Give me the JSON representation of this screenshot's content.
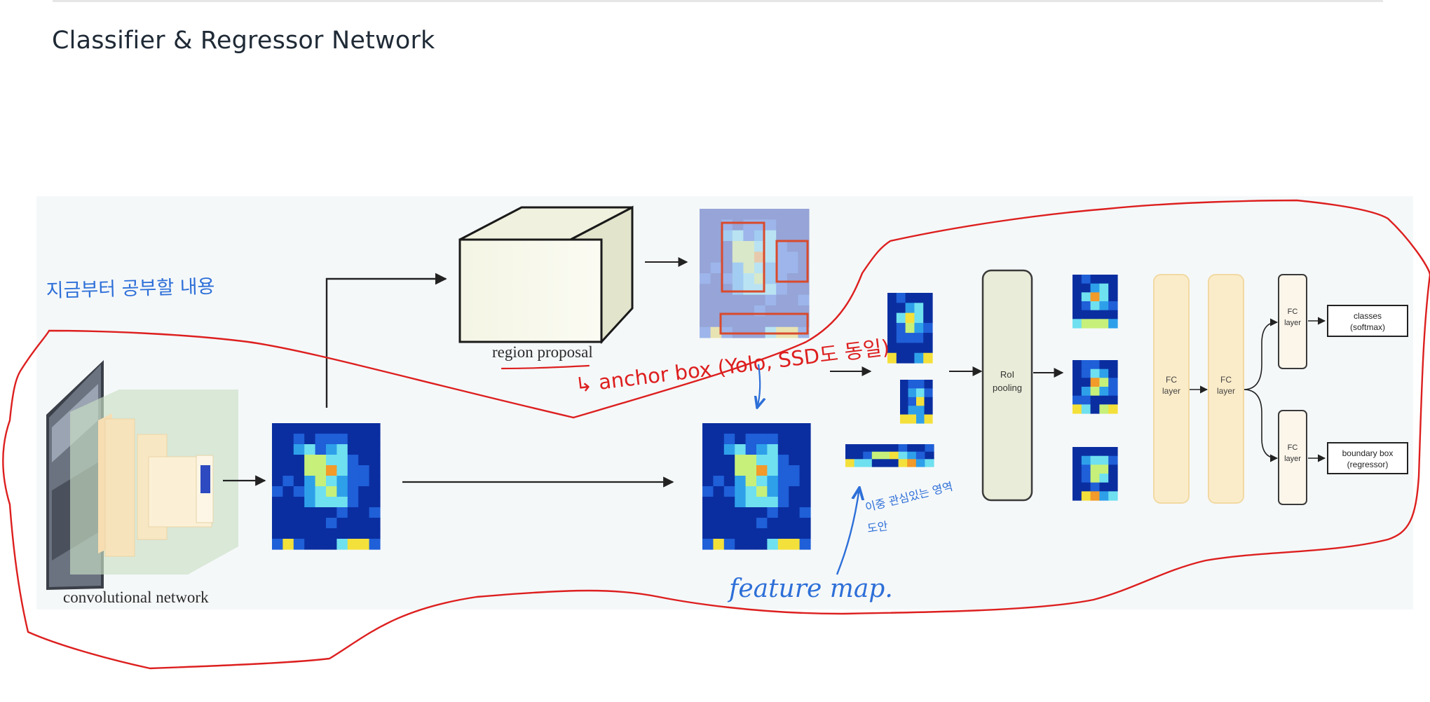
{
  "page": {
    "title": "Classifier & Regressor Network"
  },
  "diagram": {
    "labels": {
      "convolutional_network": "convolutional network",
      "region_proposal": "region proposal",
      "roi_pooling_line1": "RoI",
      "roi_pooling_line2": "pooling",
      "fc_layer_line1": "FC",
      "fc_layer_line2": "layer",
      "classes_line1": "classes",
      "classes_line2": "(softmax)",
      "boundary_line1": "boundary box",
      "boundary_line2": "(regressor)"
    },
    "annotations": {
      "korean_top": "지금부터 공부할 내용",
      "anchor_box": "↳ anchor box (Yolo, SSD도 동일)",
      "korean_side_line1": "이중 관심있는 영역",
      "korean_side_line2": "도안",
      "feature_map": "feature map."
    },
    "colors": {
      "annotation_red": "#dd1f1f",
      "annotation_blue": "#2d6fd8",
      "background_panel": "#f5f8f9",
      "heatmap_low": "#0a2ea0",
      "heatmap_high": "#e0241c",
      "fc_layer_fill": "#fbecc9",
      "roi_fill": "#e9ecd8"
    }
  }
}
